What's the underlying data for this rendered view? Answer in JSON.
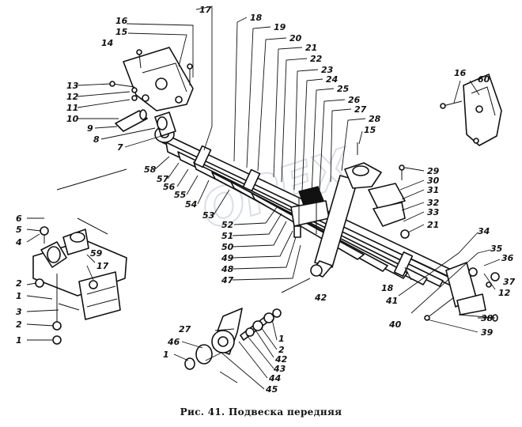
{
  "caption": "Рис. 41. Подвеска передняя",
  "watermark": "OPEX",
  "callouts": [
    "1",
    "2",
    "3",
    "4",
    "5",
    "6",
    "7",
    "8",
    "9",
    "10",
    "11",
    "12",
    "13",
    "14",
    "15",
    "16",
    "17",
    "18",
    "19",
    "20",
    "21",
    "22",
    "23",
    "24",
    "25",
    "26",
    "27",
    "28",
    "29",
    "30",
    "31",
    "32",
    "33",
    "34",
    "35",
    "36",
    "37",
    "38",
    "39",
    "40",
    "41",
    "42",
    "43",
    "44",
    "45",
    "46",
    "47",
    "48",
    "49",
    "50",
    "51",
    "52",
    "53",
    "54",
    "55",
    "56",
    "57",
    "58",
    "59",
    "60"
  ]
}
